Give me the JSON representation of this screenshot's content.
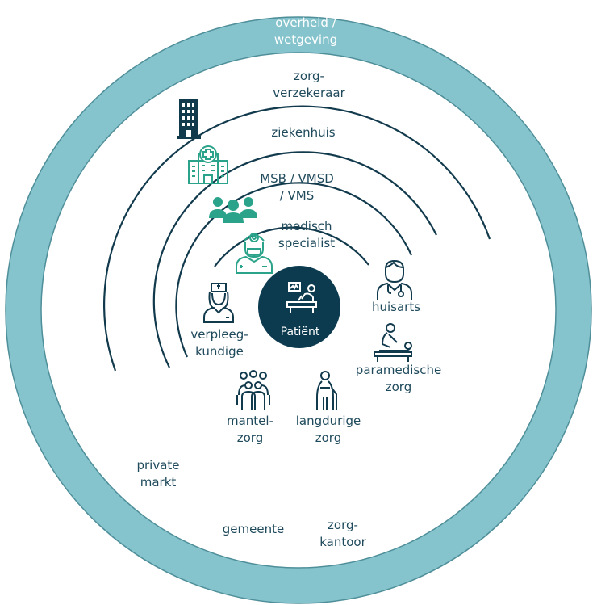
{
  "colors": {
    "outer_ring": "#85c3cd",
    "arc_stroke": "#123a4d",
    "center_fill": "#0c3b4f",
    "teal_icons": "#2aa38a",
    "text": "#1f4a5c",
    "white": "#ffffff"
  },
  "rings": {
    "outer": "overheid /\nwetgeving",
    "insurer": "zorg-\nverzekeraar",
    "hospital": "ziekenhuis",
    "msb": "MSB / VMSD\n/ VMS",
    "specialist": "medisch\nspecialist"
  },
  "center": {
    "label": "Patiënt"
  },
  "actors": {
    "nurse": "verpleeg-\nkundige",
    "gp": "huisarts",
    "paramedical": "paramedische\nzorg",
    "informal_care": "mantel-\nzorg",
    "long_term_care": "langdurige\nzorg"
  },
  "bottom": {
    "private_market": "private\nmarkt",
    "municipality": "gemeente",
    "care_office": "zorg-\nkantoor"
  },
  "icons": {
    "insurer": "office-building-icon",
    "hospital": "hospital-icon",
    "msb": "group-icon",
    "specialist": "doctor-headlamp-icon",
    "nurse": "nurse-icon",
    "gp": "doctor-stethoscope-icon",
    "paramedical": "physiotherapy-icon",
    "informal_care": "family-icon",
    "long_term_care": "elderly-person-icon",
    "patient": "patient-bed-monitor-icon"
  }
}
